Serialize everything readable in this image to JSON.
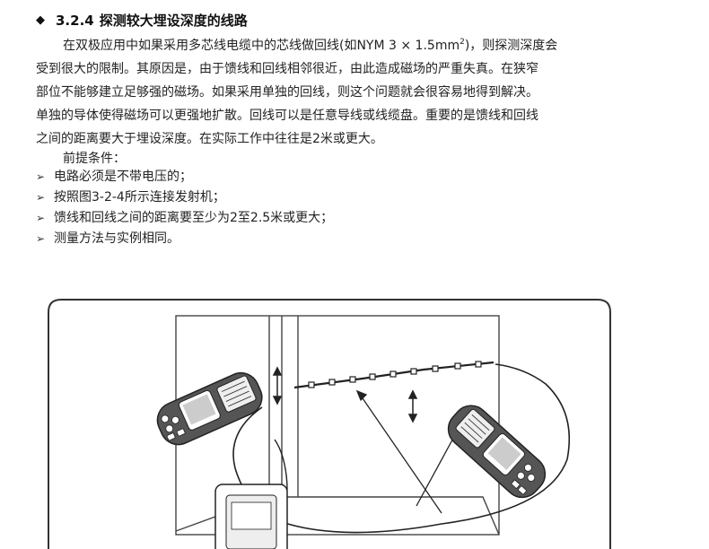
{
  "section": {
    "bullet": "◆",
    "number": "3.2.4",
    "title": "探测较大埋设深度的线路"
  },
  "paragraph": {
    "line1_a": "在双极应用中如果采用多芯线电缆中的芯线做回线(如NYM 3 × 1.5mm",
    "line1_sup": "2",
    "line1_b": ")，则探测深度会",
    "line2": "受到很大的限制。其原因是，由于馈线和回线相邻很近，由此造成磁场的严重失真。在狭窄",
    "line3": "部位不能够建立足够强的磁场。如果采用单独的回线，则这个问题就会很容易地得到解决。",
    "line4": "单独的导体使得磁场可以更强地扩散。回线可以是任意导线或线缆盘。重要的是馈线和回线",
    "line5": "之间的距离要大于埋设深度。在实际工作中往往是2米或更大。"
  },
  "conditions": {
    "title": "前提条件：",
    "marker": "➢",
    "items": [
      "电路必须是不带电压的；",
      "按照图3-2-4所示连接发射机；",
      "馈线和回线之间的距离要至少为2至2.5米或更大；",
      "测量方法与实例相同。"
    ]
  }
}
